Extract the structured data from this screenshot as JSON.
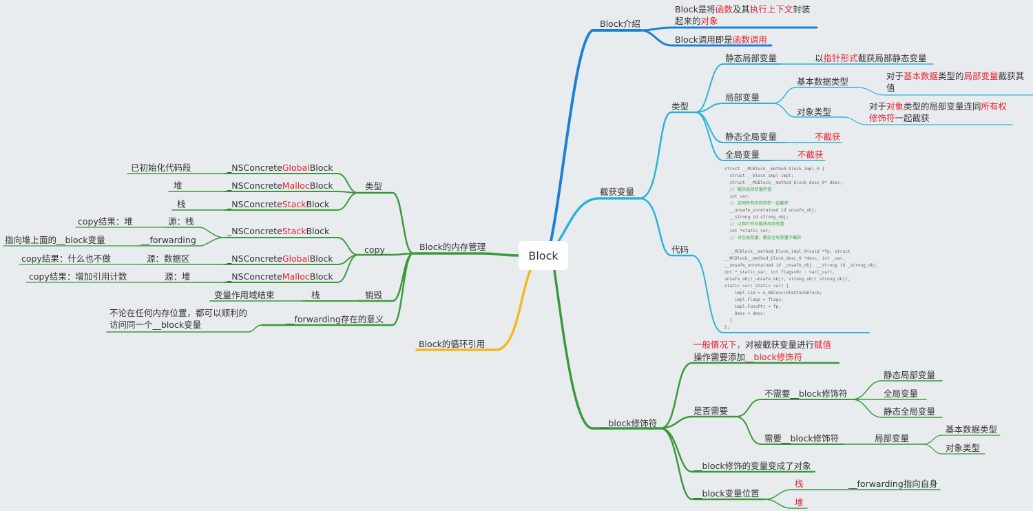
{
  "root": "Block",
  "colors": {
    "blue": "#1e7fd6",
    "cyan": "#2bb3d5",
    "green": "#3a9a3a",
    "yellow": "#f5b722",
    "red": "#e5202f"
  },
  "intro": {
    "label": "Block介绍",
    "line1": [
      "Block是将",
      "函数",
      "及其",
      "执行上下文",
      "封装"
    ],
    "line2": [
      "起来的",
      "对象"
    ],
    "call": [
      "Block调用即是",
      "函数调用"
    ]
  },
  "capture": {
    "label": "截获变量",
    "type_label": "类型",
    "static_local": "静态局部变量",
    "static_local_note": [
      "以",
      "指针形式",
      "截获局部静态变量"
    ],
    "local": "局部变量",
    "basic_type": "基本数据类型",
    "basic_note_1": [
      "对于",
      "基本数据",
      "类型的",
      "局部变量",
      "截获其"
    ],
    "basic_note_2": "值",
    "object_type": "对象类型",
    "object_note_1": [
      "对于",
      "对象",
      "类型的局部变量连同",
      "所有权"
    ],
    "object_note_2": [
      "修饰符",
      "一起截获"
    ],
    "static_global": "静态全局变量",
    "not_capture": "不截获",
    "global": "全局变量",
    "code_label": "代码",
    "code_lines": [
      "struct __MCBlock__method_block_impl_0 {",
      "  struct __block_impl impl;",
      "  struct __MCBlock__method_block_desc_0* Desc;",
      "  // 截获局部变量的值",
      "  int var;",
      "  // 连同所有权修饰符一起截获",
      "  __unsafe_unretained id unsafe_obj;",
      "  __strong id strong_obj;",
      "  // 以指针形式截获局部变量",
      "  int *static_var;",
      "  // 对全局变量、静态全局变量不截获",
      "",
      "  __MCBlock__method_block_impl_0(void *fp, struct",
      "__MCBlock__method_block_desc_0 *desc, int _var,",
      "__unsafe_unretained id _unsafe_obj, __strong id _strong_obj,",
      "int *_static_var, int flags=0) : var(_var),",
      "unsafe_obj(_unsafe_obj), strong_obj(_strong_obj),",
      "static_var(_static_var) {",
      "    impl.isa = &_NSConcreteStackBlock;",
      "    impl.Flags = flags;",
      "    impl.FuncPtr = fp;",
      "    Desc = desc;",
      "  }",
      "};"
    ]
  },
  "modifier": {
    "label": "__block修饰符",
    "general_1": [
      "一般情况下，",
      "对被截获变量进行",
      "赋值"
    ],
    "general_2": [
      "操作需要添加",
      "__block修饰符"
    ],
    "need_q": "是否需要",
    "not_need": "不需要__block修饰符",
    "not_need_items": [
      "静态局部变量",
      "全局变量",
      "静态全局变量"
    ],
    "need": "需要__block修饰符",
    "need_local": "局部变量",
    "need_items": [
      "基本数据类型",
      "对象类型"
    ],
    "becomes_object": "__block修饰的变量变成了对象",
    "position": "__block变量位置",
    "stack": "栈",
    "stack_note": "__forwarding指向自身",
    "heap": "堆"
  },
  "memory": {
    "label": "Block的内存管理",
    "type_label": "类型",
    "types": [
      {
        "pre": "_NSConcrete",
        "mid": "Global",
        "post": "Block",
        "desc": "已初始化代码段"
      },
      {
        "pre": "_NSConcrete",
        "mid": "Malloc",
        "post": "Block",
        "desc": "堆"
      },
      {
        "pre": "_NSConcrete",
        "mid": "Stack",
        "post": "Block",
        "desc": "栈"
      }
    ],
    "copy_label": "copy",
    "copy_items": [
      {
        "pre": "_NSConcrete",
        "mid": "Stack",
        "post": "Block",
        "src": "源：栈",
        "result": "copy结果：堆"
      },
      {
        "pre": "_NSConcrete",
        "mid": "Global",
        "post": "Block",
        "src": "源：数据区",
        "result": "copy结果：什么也不做"
      },
      {
        "pre": "_NSConcrete",
        "mid": "Malloc",
        "post": "Block",
        "src": "源：堆",
        "result": "copy结果：增加引用计数"
      }
    ],
    "forwarding": "__forwarding",
    "forwarding_note": "指向堆上面的__block变量",
    "destroy_label": "销毁",
    "destroy_stack": "栈",
    "destroy_note": "变量作用域结束",
    "forwarding_meaning": "__forwarding存在的意义",
    "meaning_1": "不论在任何内存位置，都可以顺利的",
    "meaning_2": "访问同一个__block变量"
  },
  "cycle": {
    "label": "Block的循环引用"
  }
}
